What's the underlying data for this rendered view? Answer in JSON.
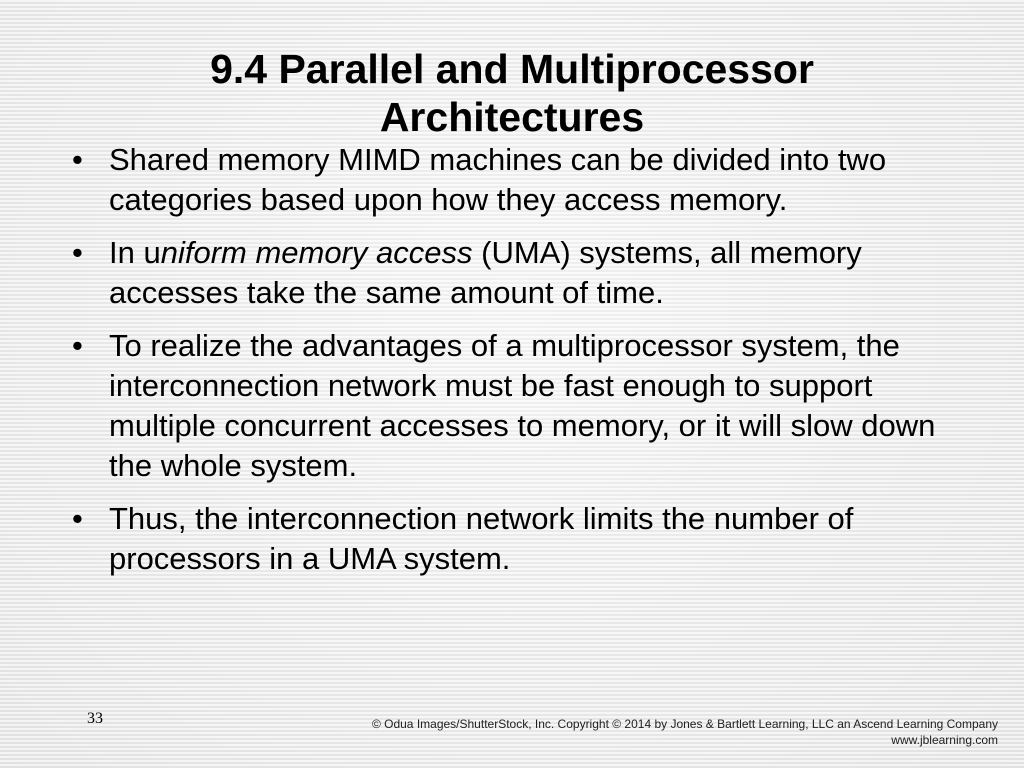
{
  "slide": {
    "title_line1": "9.4 Parallel and Multiprocessor",
    "title_line2": "Architectures",
    "bullet_symbol": "•",
    "bullets": [
      {
        "text": "Shared memory MIMD machines can be divided into two categories based upon how they access memory."
      },
      {
        "pre": "In u",
        "em": "niform memory access",
        "post": " (UMA) systems, all memory accesses take the same amount of time."
      },
      {
        "text": "To realize the advantages of a multiprocessor system, the interconnection network must be fast enough to support multiple concurrent accesses to memory, or it will slow down the whole system."
      },
      {
        "text": "Thus, the interconnection network limits the number of processors in a UMA system."
      }
    ],
    "page_number": "33"
  },
  "footer": {
    "copyright": "© Odua Images/ShutterStock, Inc. Copyright © 2014 by Jones & Bartlett Learning, LLC an Ascend Learning Company",
    "website": "www.jblearning.com"
  }
}
